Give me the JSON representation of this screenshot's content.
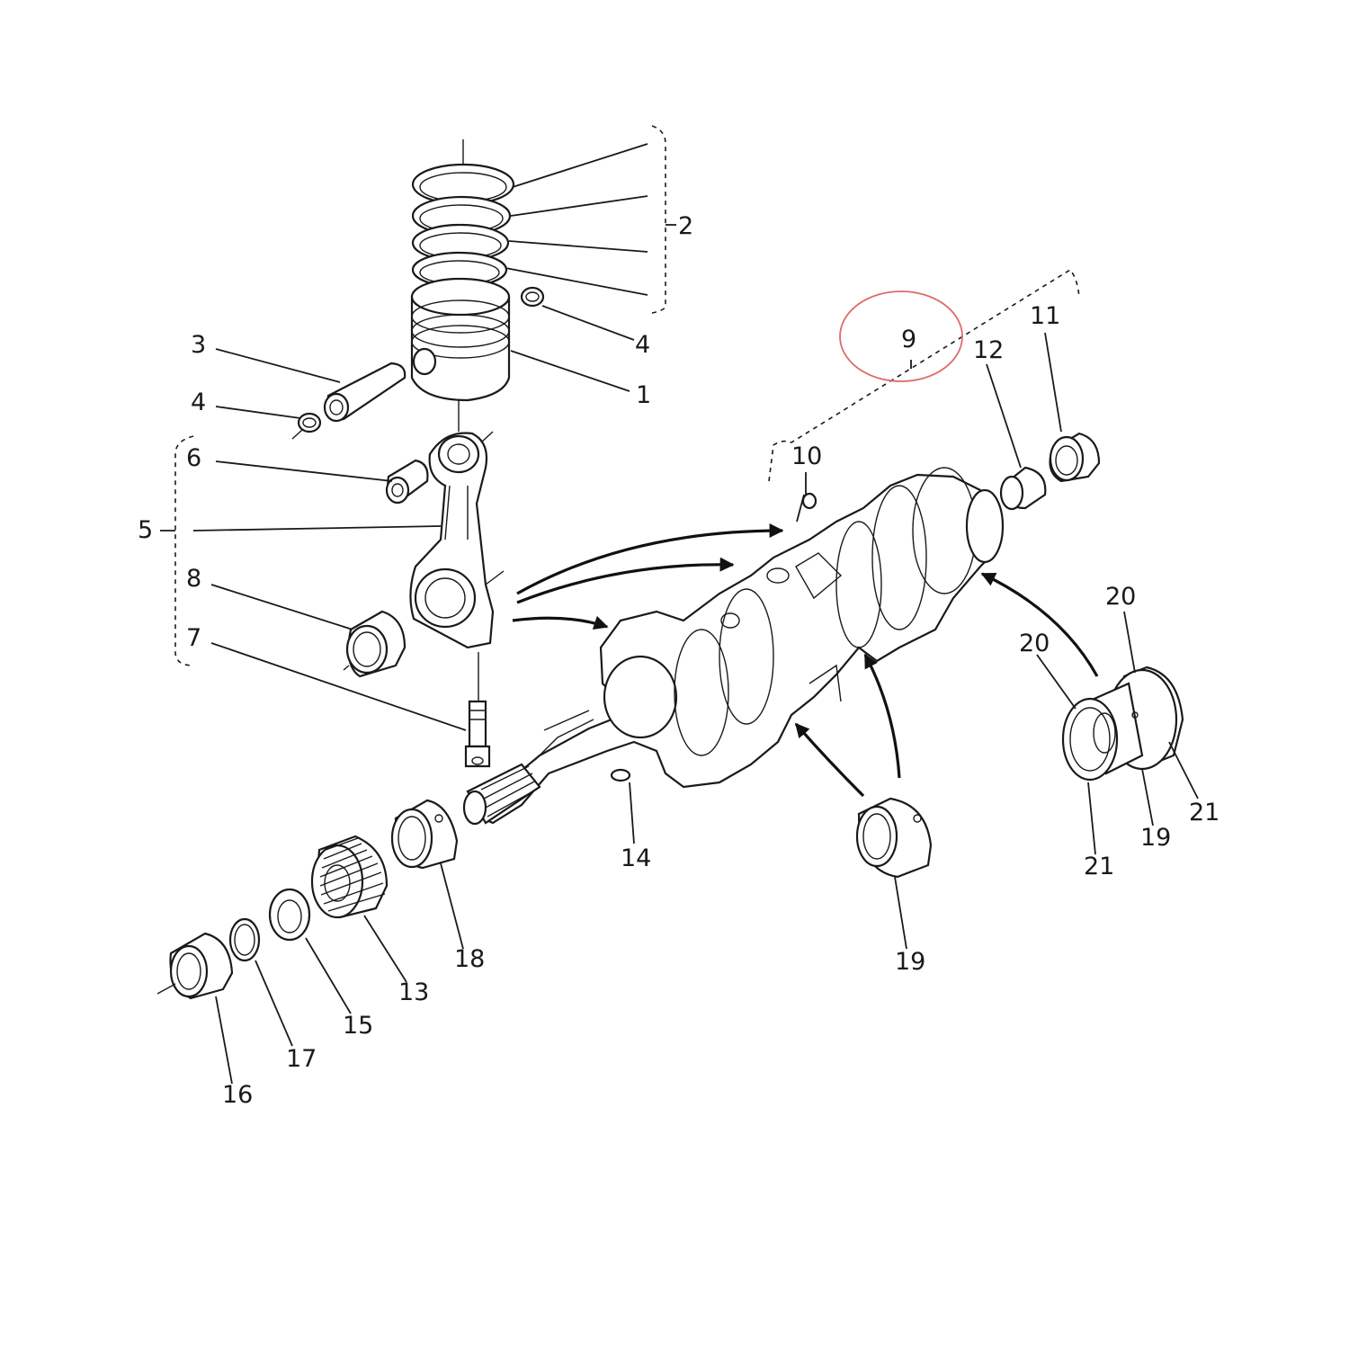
{
  "callouts": [
    {
      "id": "c1",
      "text": "1"
    },
    {
      "id": "c2",
      "text": "2"
    },
    {
      "id": "c3",
      "text": "3"
    },
    {
      "id": "c4a",
      "text": "4"
    },
    {
      "id": "c4b",
      "text": "4"
    },
    {
      "id": "c5",
      "text": "5"
    },
    {
      "id": "c6",
      "text": "6"
    },
    {
      "id": "c7",
      "text": "7"
    },
    {
      "id": "c8",
      "text": "8"
    },
    {
      "id": "c9",
      "text": "9"
    },
    {
      "id": "c10",
      "text": "10"
    },
    {
      "id": "c11",
      "text": "11"
    },
    {
      "id": "c12",
      "text": "12"
    },
    {
      "id": "c13",
      "text": "13"
    },
    {
      "id": "c14",
      "text": "14"
    },
    {
      "id": "c15",
      "text": "15"
    },
    {
      "id": "c16",
      "text": "16"
    },
    {
      "id": "c17",
      "text": "17"
    },
    {
      "id": "c18",
      "text": "18"
    },
    {
      "id": "c19a",
      "text": "19"
    },
    {
      "id": "c19b",
      "text": "19"
    },
    {
      "id": "c20a",
      "text": "20"
    },
    {
      "id": "c20b",
      "text": "20"
    },
    {
      "id": "c21a",
      "text": "21"
    },
    {
      "id": "c21b",
      "text": "21"
    }
  ],
  "highlight": {
    "target": "9",
    "color": "#e06a6a"
  }
}
